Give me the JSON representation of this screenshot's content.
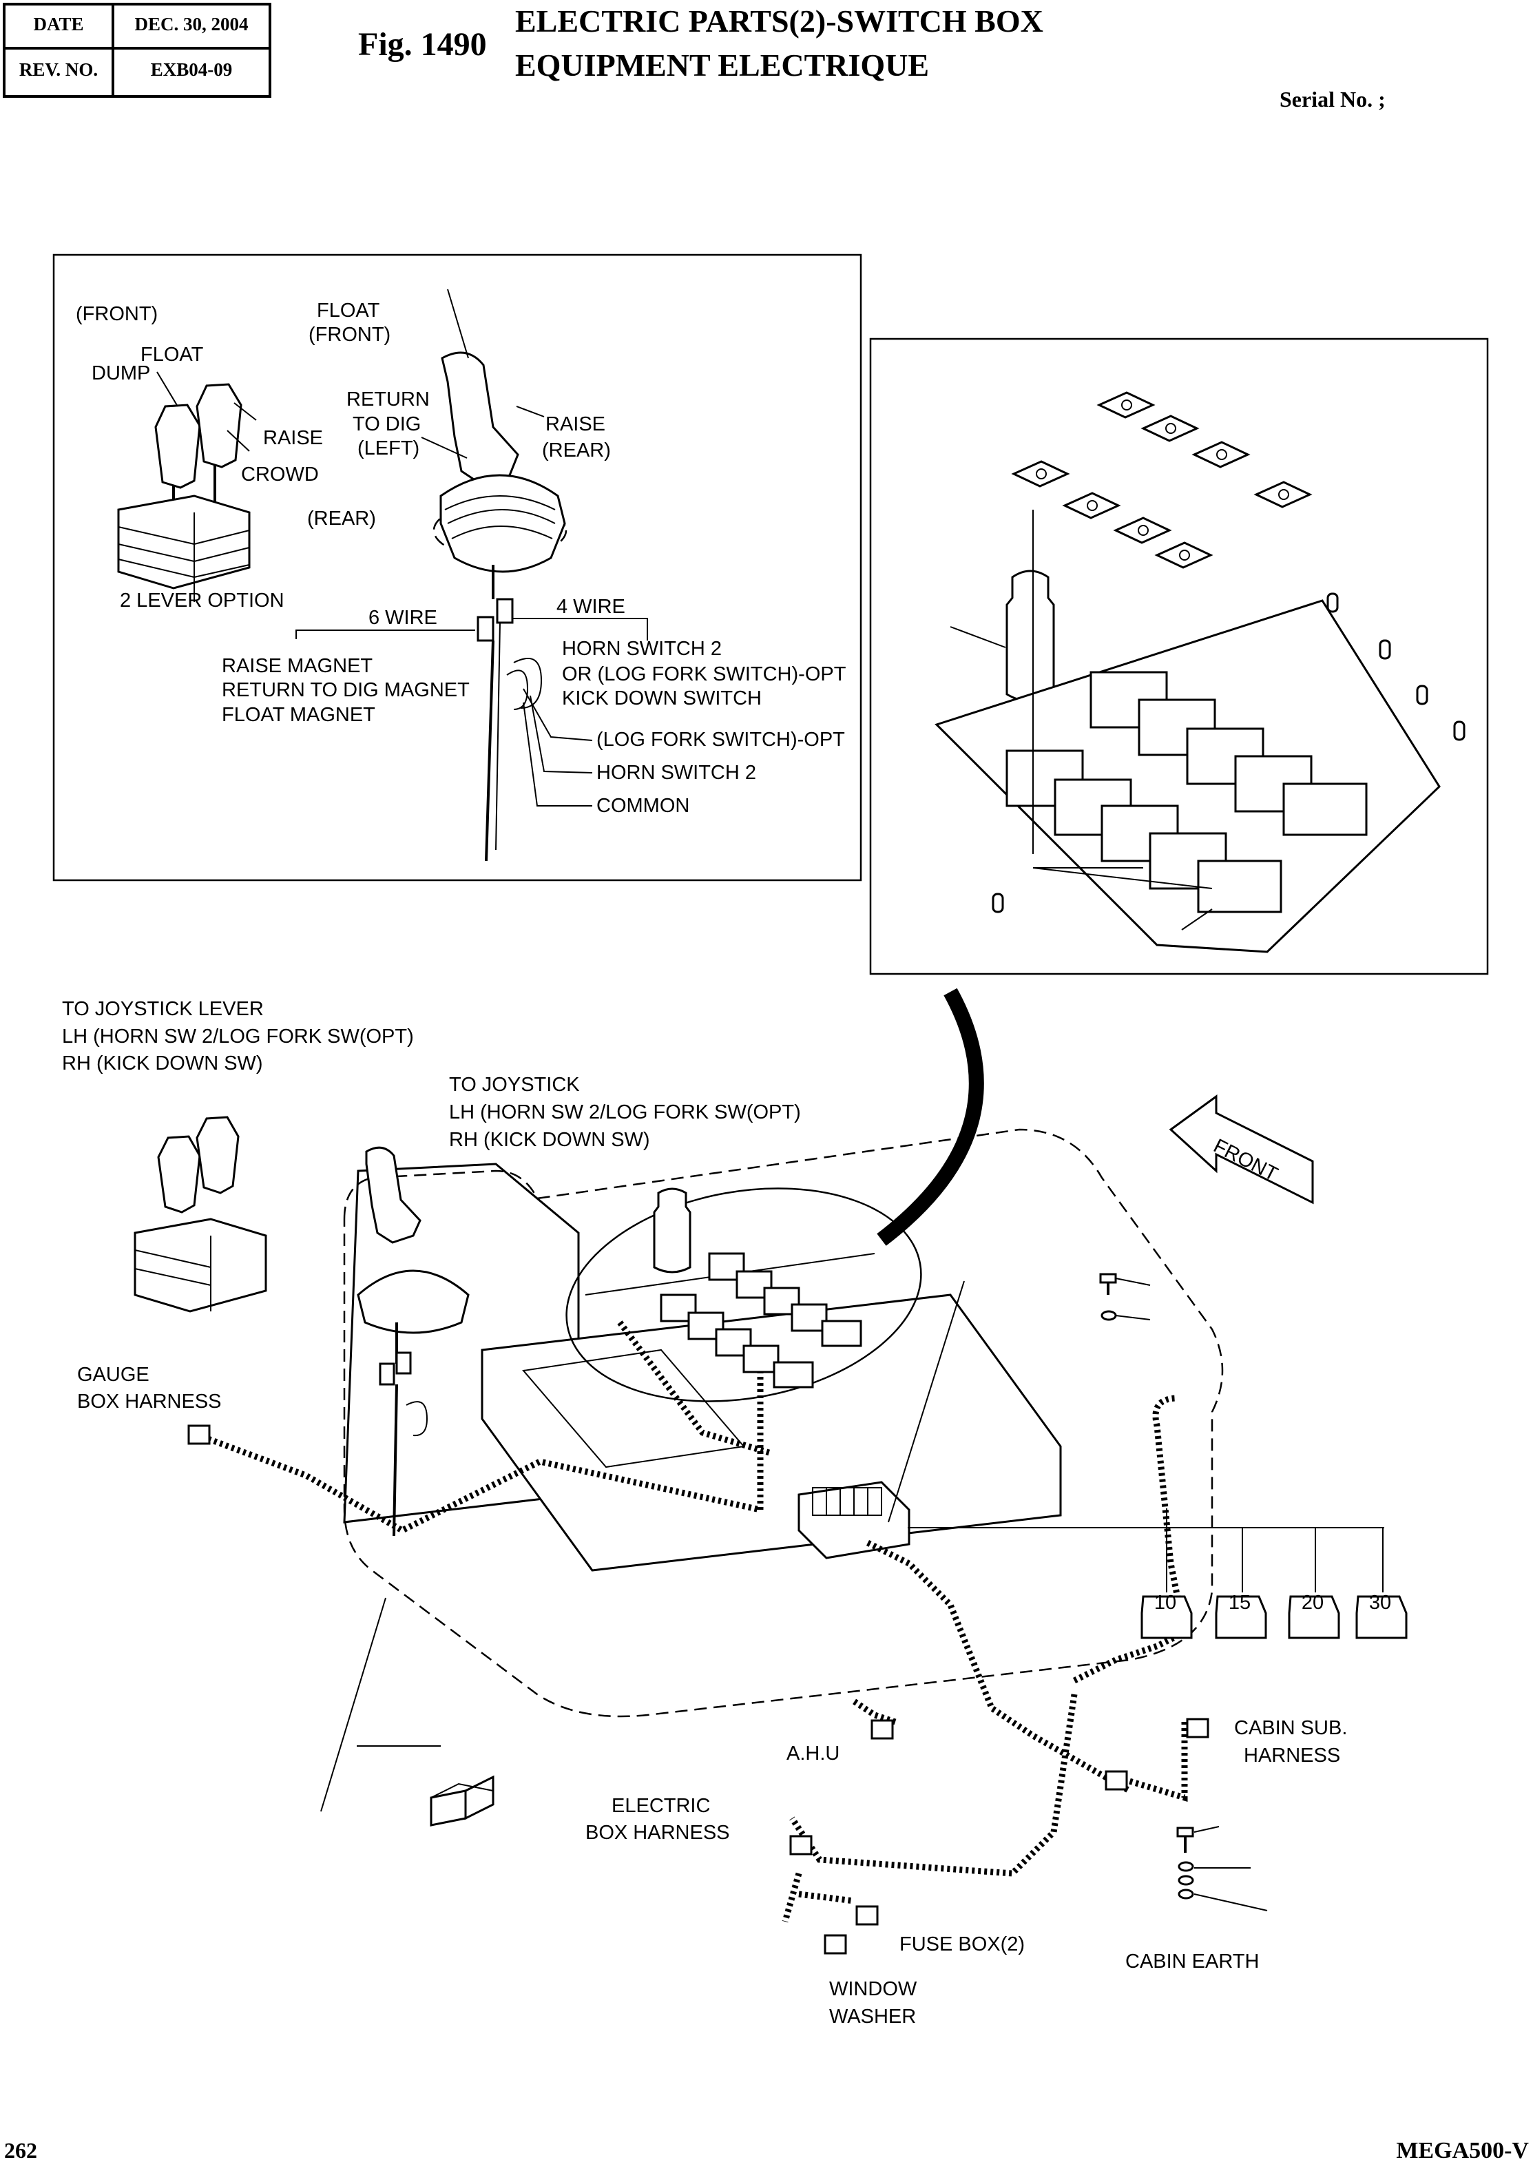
{
  "header": {
    "date_label": "DATE",
    "date_value": "DEC. 30, 2004",
    "rev_label": "REV. NO.",
    "rev_value": "EXB04-09",
    "fig_number": "Fig. 1490",
    "title_line1": "ELECTRIC PARTS(2)-SWITCH BOX",
    "title_line2": "EQUIPMENT ELECTRIQUE",
    "serial": "Serial No. ;"
  },
  "joystick_detail": {
    "front": "(FRONT)",
    "float_2lever": "FLOAT",
    "dump": "DUMP",
    "raise_2lever": "RAISE",
    "crowd": "CROWD",
    "rear": "(REAR)",
    "two_lever_option": "2 LEVER OPTION",
    "float_joy": "FLOAT",
    "front_joy": "(FRONT)",
    "return_to_dig_1": "RETURN",
    "return_to_dig_2": "TO DIG",
    "return_to_dig_3": "(LEFT)",
    "raise_joy": "RAISE",
    "rear_joy": "(REAR)",
    "six_wire": "6 WIRE",
    "four_wire": "4 WIRE",
    "raise_magnet": "RAISE MAGNET",
    "return_magnet": "RETURN TO DIG MAGNET",
    "float_magnet": "FLOAT MAGNET",
    "horn_switch_2_a": "HORN SWITCH 2",
    "log_fork_opt_a": "OR (LOG FORK SWITCH)-OPT",
    "kick_down": "KICK DOWN SWITCH",
    "log_fork_opt_b": "(LOG FORK SWITCH)-OPT",
    "horn_switch_2_b": "HORN SWITCH 2",
    "common": "COMMON"
  },
  "main": {
    "to_joystick_lever": "TO JOYSTICK LEVER",
    "lh_lever": "LH (HORN SW 2/LOG FORK SW(OPT)",
    "rh_lever": "RH (KICK DOWN SW)",
    "to_joystick": "TO JOYSTICK",
    "lh_joy": "LH (HORN SW 2/LOG FORK SW(OPT)",
    "rh_joy": "RH (KICK DOWN SW)",
    "front_arrow": "FRONT",
    "gauge_box_1": "GAUGE",
    "gauge_box_2": "BOX HARNESS",
    "ahu": "A.H.U",
    "electric_box_1": "ELECTRIC",
    "electric_box_2": "BOX HARNESS",
    "cabin_sub_1": "CABIN SUB.",
    "cabin_sub_2": "HARNESS",
    "fuse_box": "FUSE BOX(2)",
    "window_washer_1": "WINDOW",
    "window_washer_2": "WASHER",
    "cabin_earth": "CABIN EARTH",
    "fuses": [
      "10",
      "15",
      "20",
      "30"
    ]
  },
  "footer": {
    "page_number": "262",
    "model": "MEGA500-V"
  }
}
